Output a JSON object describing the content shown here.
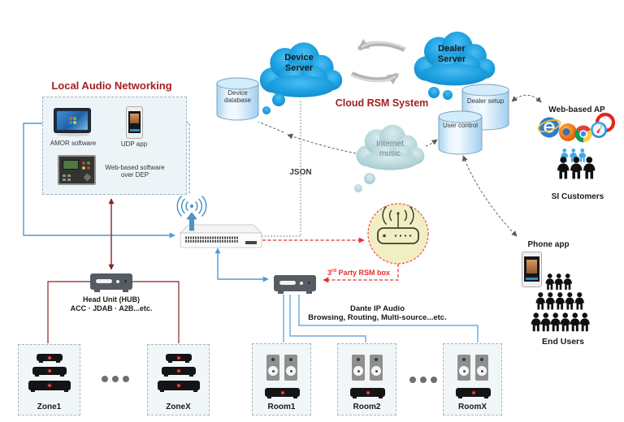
{
  "local": {
    "title": "Local Audio Networking",
    "amor_label": "AMOR software",
    "udp_label": "UDP app",
    "web_label1": "Web-based software",
    "web_label2": "over DEP"
  },
  "cloud": {
    "system_title": "Cloud RSM System",
    "device_server": "Device Server",
    "dealer_server": "Dealer Server",
    "device_database": "Device database",
    "dealer_setup": "Dealer setup",
    "user_control": "User control",
    "internet_music": "Internet music",
    "json_label": "JSON"
  },
  "right": {
    "web_based_ap": "Web-based AP",
    "si_customers": "SI Customers",
    "phone_app": "Phone app",
    "end_users": "End Users"
  },
  "third_party": {
    "num": "3",
    "sup": "rd",
    "rest": " Party RSM box"
  },
  "head_unit": {
    "line1": "Head Unit (HUB)",
    "line2": "ACC · JDAB · A2B...etc."
  },
  "dante": {
    "line1": "Dante IP Audio",
    "line2": "Browsing, Routing, Multi-source...etc."
  },
  "zones": [
    {
      "label": "Zone1"
    },
    {
      "label": "ZoneX"
    }
  ],
  "rooms": [
    {
      "label": "Room1"
    },
    {
      "label": "Room2"
    },
    {
      "label": "RoomX"
    }
  ],
  "colors": {
    "cloud_blue": "#1EA3E3",
    "light_cloud": "#B9D9DC",
    "dark_red_title": "#A31F1F",
    "red_dashed": "#E62E2E",
    "wire_blue": "#4D9BD5",
    "wire_dark_red": "#8B2222",
    "rsm_circle_fill": "#F1EFC2"
  }
}
